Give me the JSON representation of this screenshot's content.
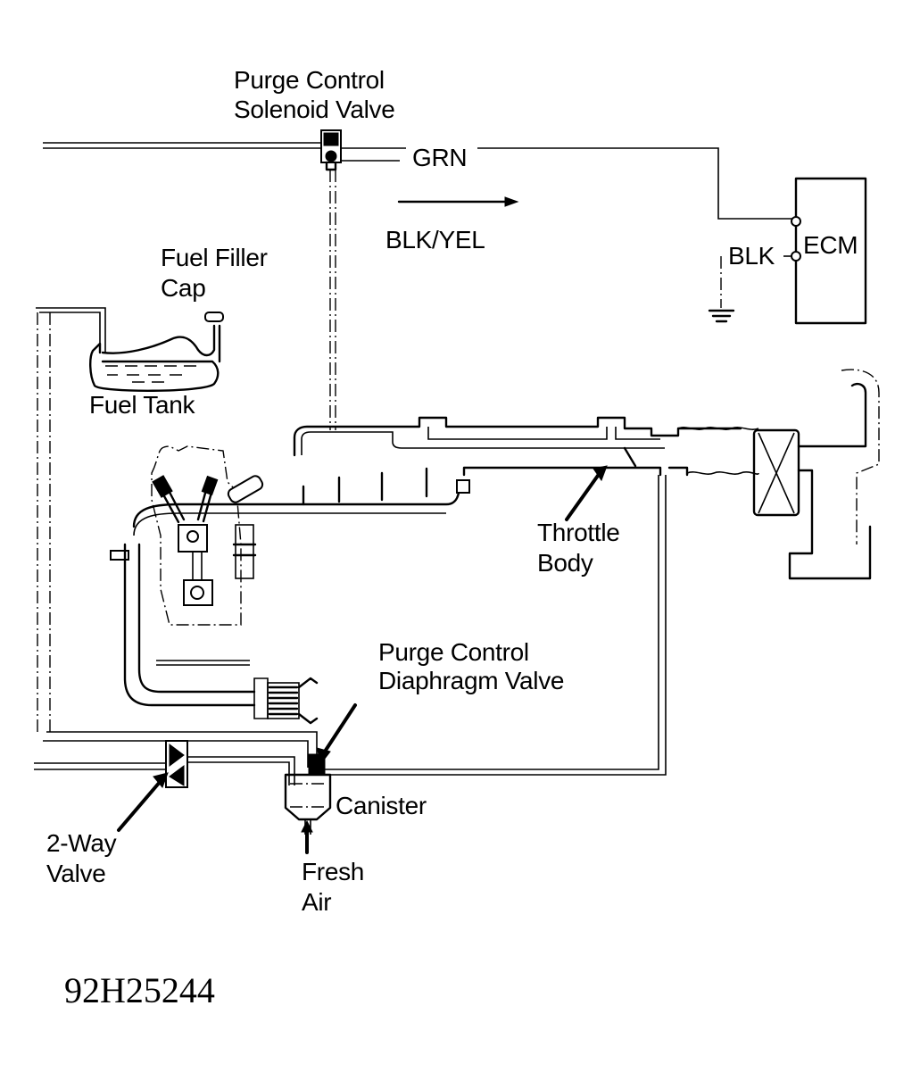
{
  "diagram": {
    "figure_code": "92H25244",
    "colors": {
      "line": "#000000",
      "background": "#ffffff"
    },
    "labels": {
      "purge_solenoid_line1": "Purge Control",
      "purge_solenoid_line2": "Solenoid Valve",
      "grn_wire": "GRN",
      "blk_yel_wire": "BLK/YEL",
      "blk_wire": "BLK",
      "ecm": "ECM",
      "fuel_filler_line1": "Fuel Filler",
      "fuel_filler_line2": "Cap",
      "fuel_tank": "Fuel Tank",
      "throttle_line1": "Throttle",
      "throttle_line2": "Body",
      "purge_diaphragm_line1": "Purge Control",
      "purge_diaphragm_line2": "Diaphragm Valve",
      "canister": "Canister",
      "two_way_line1": "2-Way",
      "two_way_line2": "Valve",
      "fresh_air_line1": "Fresh",
      "fresh_air_line2": "Air"
    }
  }
}
